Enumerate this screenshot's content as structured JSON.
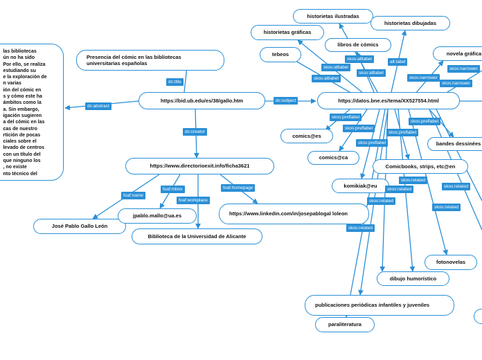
{
  "abstract_text": "las bibliotecas\nún no ha sido\nPor ello, se realiza\nestudiando su\ne la exploración de\nn varias\nión del cómic en\ns y cómo este ha\námbitos como la\na. Sin embargo,\nigación sugieren\na del cómic en las\ncas de nuestro\nrtición de pocas\nciales sobre el\nlevado de centros\n con un título del\nque ninguno los\n, no existe\nnto técnico del",
  "nodes": {
    "title": "Presencia del cómic en las bibliotecas universitarias españolas",
    "gallo_url": "https://bid.ub.edu/es/38/gallo.htm",
    "bne_url": "https://datos.bne.es/tema/XX527554.html",
    "directorio_url": "https://www.directorioexit.info/ficha3621",
    "linkedin_url": "https://www.linkedin.com/in/josepablogal loleon",
    "name": "José Pablo Gallo León",
    "email": "jpablo.mallo@ua.es",
    "workplace": "Biblioteca de la Universidad de Alicante",
    "historietas_ilustradas": "historietas ilustradas",
    "historietas_dibujadas": "historietas dibujadas",
    "historietas_graficas": "historietas gráficas",
    "libros_de_comics": "libros de cómics",
    "tebeos": "tebeos",
    "novela_grafica": "novela gráfica",
    "comics_es": "comics@es",
    "comics_ca": "comics@ca",
    "bandes_dessinees": "bandes dessinées",
    "comicbooks": "Comicbooks, strips, etc@en",
    "komikiak": "komikiak@eu",
    "fotonovelas": "fotonovelas",
    "dibujo_humoristico": "dibujo humorístico",
    "publicaciones": "publicaciones periódicas infantiles y juveniles",
    "paraliteratura": "paraliteratura"
  },
  "edge_labels": {
    "dc_title": "dc:title",
    "dc_abstract": "dc:abstract",
    "dc_subject": "dc:subject",
    "dc_creator": "dc:creator",
    "foaf_name": "foaf:name",
    "foaf_mbox": "foaf:mbox",
    "foaf_workplace": "foaf:workplace",
    "foaf_homepage": "foaf:homepage",
    "skos_altlabel": "skos:altlabel",
    "alt_label": "alt:label",
    "skos_narrower": "skos:narrower",
    "skos_preflabel": "skos:preflabel",
    "skos_related": "skos:related"
  },
  "colors": {
    "accent": "#2a8fd6"
  }
}
